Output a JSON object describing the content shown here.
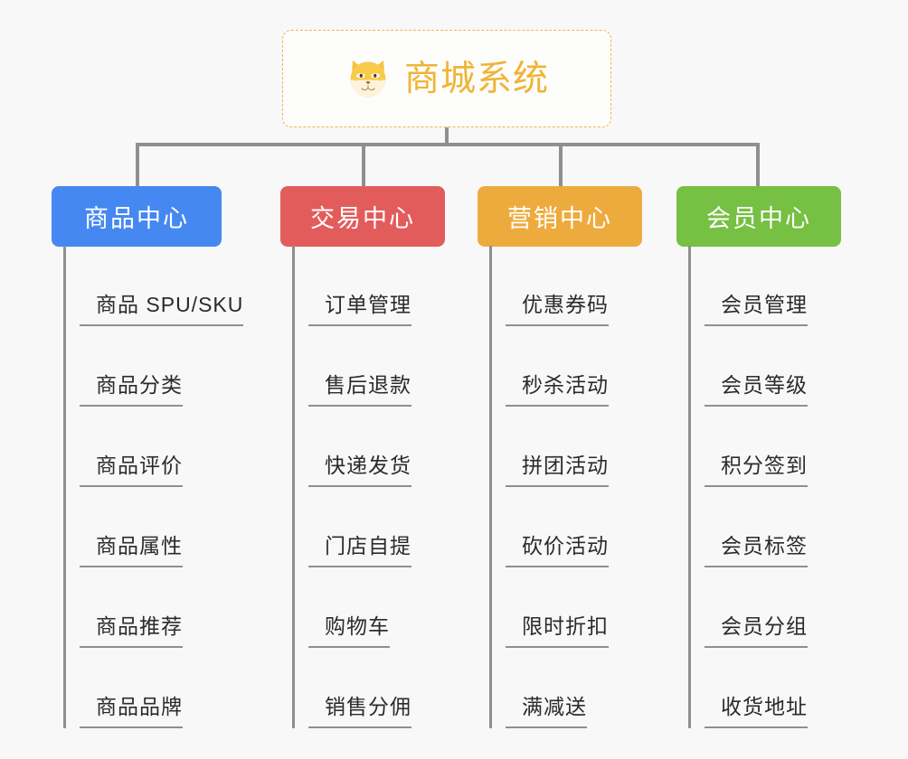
{
  "root": {
    "title": "商城系统",
    "icon": "shiba-dog-face-icon",
    "border_color": "#e8b951",
    "text_color": "#f0b434"
  },
  "canvas": {
    "background_color": "#f8f8f8",
    "connector_color": "#8f8f8f"
  },
  "branches": [
    {
      "label": "商品中心",
      "color": "#4688f1",
      "items": [
        "商品 SPU/SKU",
        "商品分类",
        "商品评价",
        "商品属性",
        "商品推荐",
        "商品品牌"
      ]
    },
    {
      "label": "交易中心",
      "color": "#e35c5c",
      "items": [
        "订单管理",
        "售后退款",
        "快递发货",
        "门店自提",
        "购物车",
        "销售分佣"
      ]
    },
    {
      "label": "营销中心",
      "color": "#eeab3d",
      "items": [
        "优惠券码",
        "秒杀活动",
        "拼团活动",
        "砍价活动",
        "限时折扣",
        "满减送"
      ]
    },
    {
      "label": "会员中心",
      "color": "#76c043",
      "items": [
        "会员管理",
        "会员等级",
        "积分签到",
        "会员标签",
        "会员分组",
        "收货地址"
      ]
    }
  ]
}
